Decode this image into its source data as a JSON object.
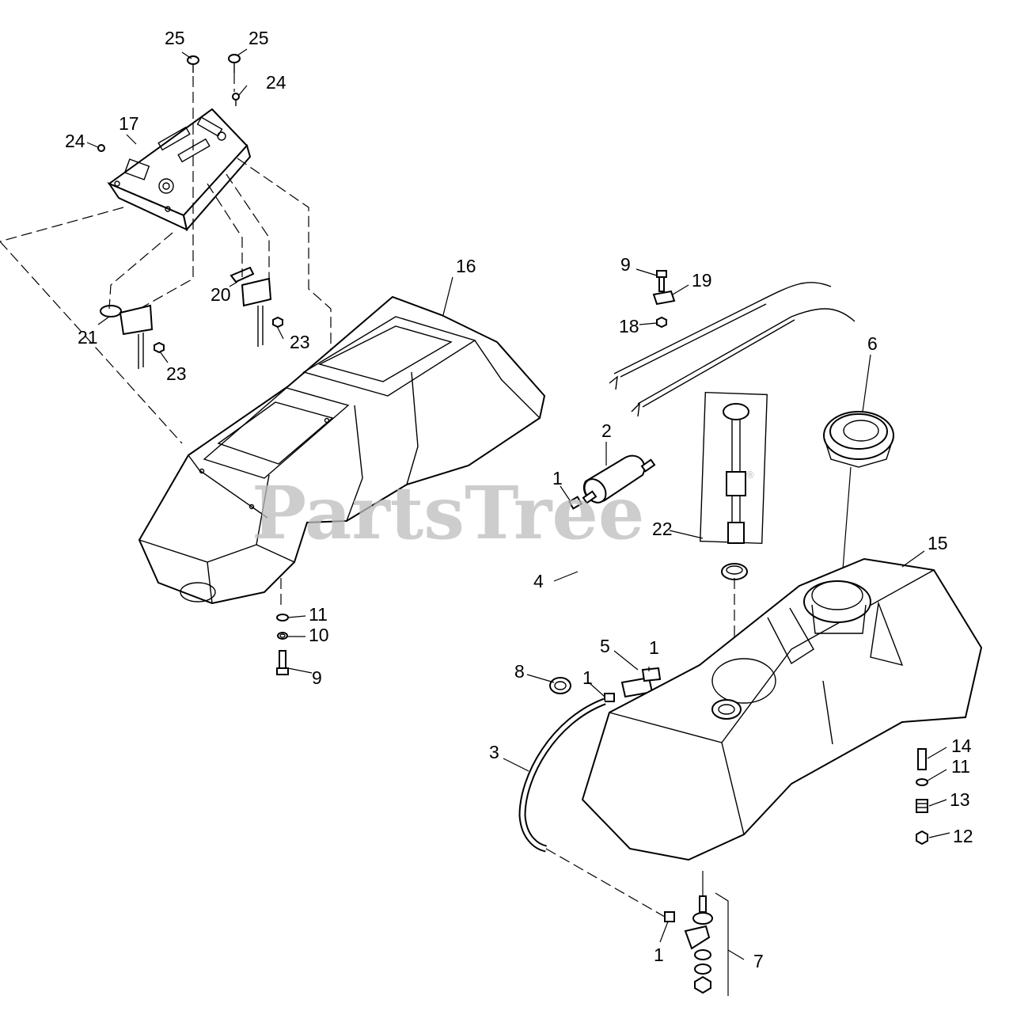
{
  "watermark": {
    "text": "PartsTree",
    "mark": "®"
  },
  "callouts": [
    {
      "id": "c25a",
      "label": "25"
    },
    {
      "id": "c25b",
      "label": "25"
    },
    {
      "id": "c24a",
      "label": "24"
    },
    {
      "id": "c24b",
      "label": "24"
    },
    {
      "id": "c17",
      "label": "17"
    },
    {
      "id": "c16",
      "label": "16"
    },
    {
      "id": "c20",
      "label": "20"
    },
    {
      "id": "c21",
      "label": "21"
    },
    {
      "id": "c23a",
      "label": "23"
    },
    {
      "id": "c23b",
      "label": "23"
    },
    {
      "id": "c9a",
      "label": "9"
    },
    {
      "id": "c19",
      "label": "19"
    },
    {
      "id": "c18",
      "label": "18"
    },
    {
      "id": "c6",
      "label": "6"
    },
    {
      "id": "c2",
      "label": "2"
    },
    {
      "id": "c1a",
      "label": "1"
    },
    {
      "id": "c22",
      "label": "22"
    },
    {
      "id": "c15",
      "label": "15"
    },
    {
      "id": "c4",
      "label": "4"
    },
    {
      "id": "c11a",
      "label": "11"
    },
    {
      "id": "c10",
      "label": "10"
    },
    {
      "id": "c9b",
      "label": "9"
    },
    {
      "id": "c5",
      "label": "5"
    },
    {
      "id": "c1b",
      "label": "1"
    },
    {
      "id": "c8",
      "label": "8"
    },
    {
      "id": "c1c",
      "label": "1"
    },
    {
      "id": "c3",
      "label": "3"
    },
    {
      "id": "c14",
      "label": "14"
    },
    {
      "id": "c11b",
      "label": "11"
    },
    {
      "id": "c13",
      "label": "13"
    },
    {
      "id": "c12",
      "label": "12"
    },
    {
      "id": "c1d",
      "label": "1"
    },
    {
      "id": "c7",
      "label": "7"
    }
  ]
}
